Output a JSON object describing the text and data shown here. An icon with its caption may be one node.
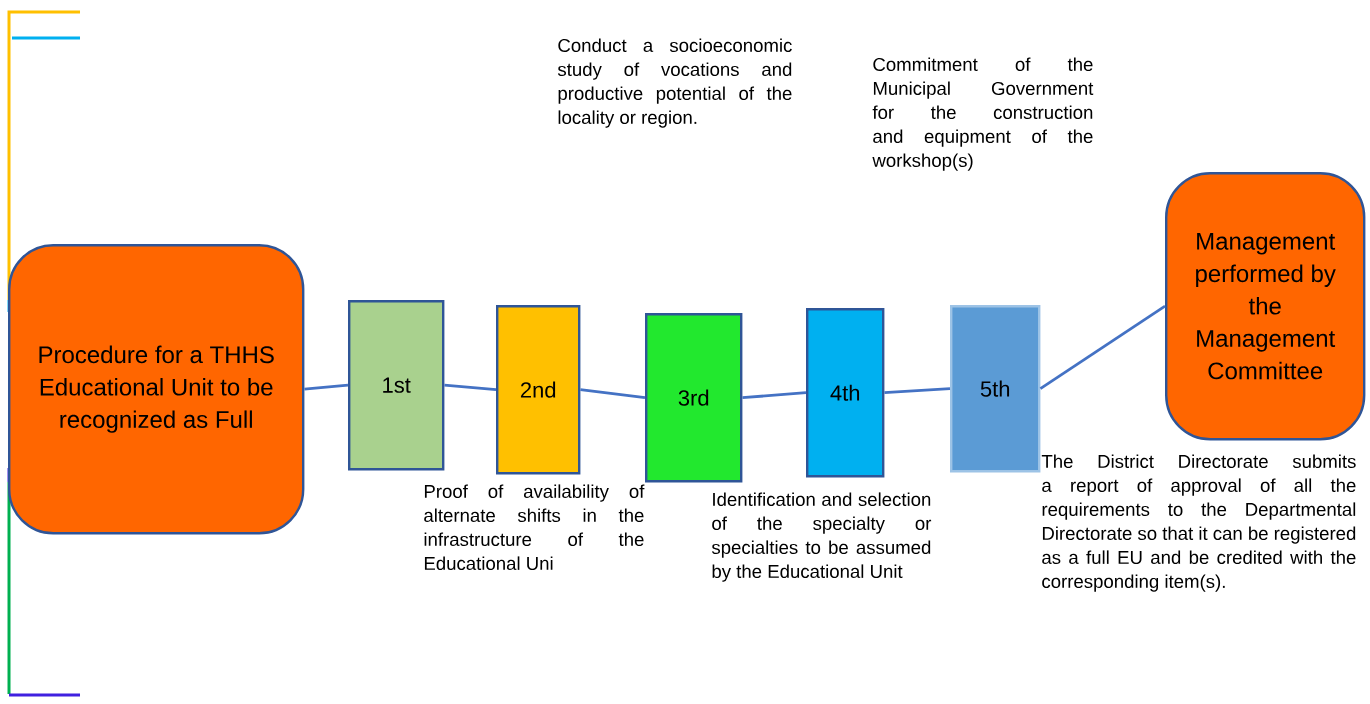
{
  "diagram": {
    "nodes": [
      {
        "text": [
          "Procedure for a THHS Educational Unit to be recognized as Full"
        ]
      },
      {
        "text": [
          "1st"
        ]
      },
      {
        "text": [
          "2nd"
        ]
      },
      {
        "text": [
          "3rd"
        ]
      },
      {
        "text": [
          "4th"
        ]
      },
      {
        "text": [
          "5th"
        ]
      },
      {
        "text": [
          "Management performed by the Management Committee"
        ]
      }
    ],
    "edges": [
      {
        "from": 0,
        "to": 1,
        "arrow": "none"
      },
      {
        "from": 1,
        "to": 2,
        "arrow": "none"
      },
      {
        "from": 2,
        "to": 3,
        "arrow": "none"
      },
      {
        "from": 3,
        "to": 4,
        "arrow": "none"
      },
      {
        "from": 4,
        "to": 5,
        "arrow": "none"
      },
      {
        "from": 5,
        "to": 6,
        "arrow": "none"
      }
    ],
    "labels": [
      "Conduct a socioeconomic study of vocations and productive potential of the locality or region.",
      "Commitment of the Municipal Government for the construction and equipment of the workshop(s)",
      "Proof of availability of alternate shifts in the infrastructure of the Educational Uni",
      "Identification and selection of the specialty or specialties to be assumed by the Educational Unit",
      "The District Directorate submits a report of approval of all the requirements to the Departmental Directorate so that it can be registered as a full EU and be credited with the corresponding item(s)."
    ]
  }
}
